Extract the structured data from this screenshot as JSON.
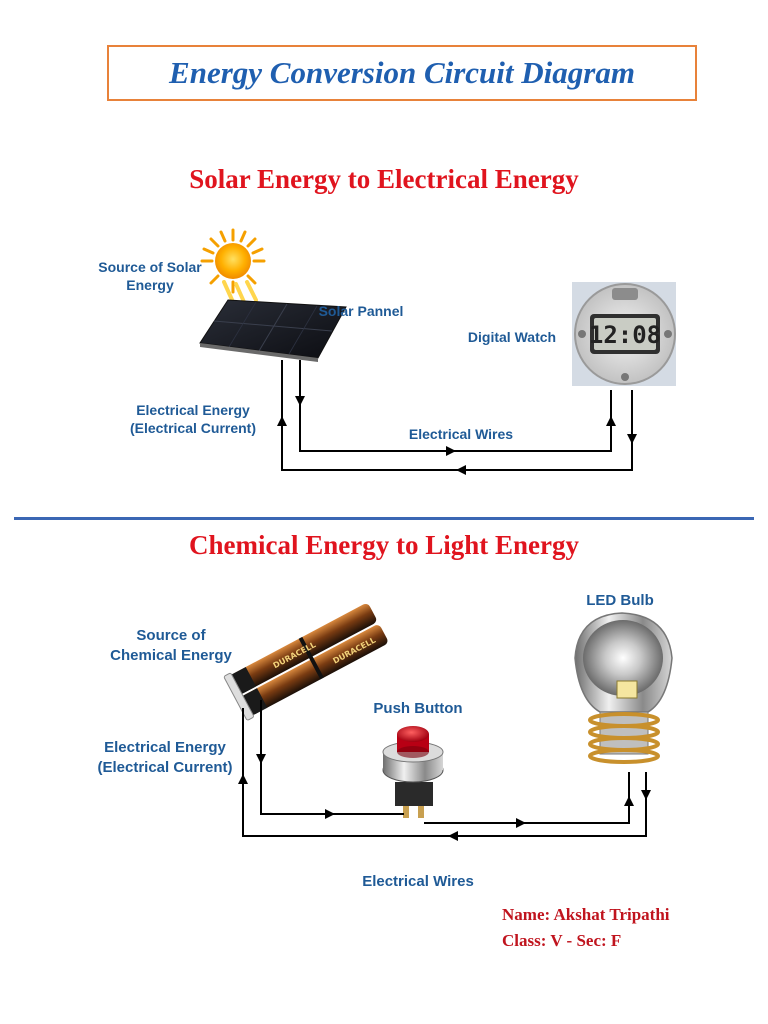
{
  "title": "Energy Conversion Circuit Diagram",
  "section1": {
    "heading": "Solar Energy to Electrical Energy",
    "source_label_line1": "Source of Solar",
    "source_label_line2": "Energy",
    "panel_label": "Solar Pannel",
    "watch_label": "Digital Watch",
    "watch_display": "12:08",
    "energy_label_line1": "Electrical Energy",
    "energy_label_line2": "(Electrical Current)",
    "wires_label": "Electrical Wires"
  },
  "section2": {
    "heading": "Chemical Energy to Light Energy",
    "source_label_line1": "Source of",
    "source_label_line2": "Chemical Energy",
    "battery_brand": "DURACELL",
    "button_label": "Push Button",
    "bulb_label": "LED Bulb",
    "energy_label_line1": "Electrical Energy",
    "energy_label_line2": "(Electrical Current)",
    "wires_label": "Electrical Wires"
  },
  "footer": {
    "name_line": "Name:  Akshat Tripathi",
    "class_line": "Class: V   - Sec: F"
  },
  "colors": {
    "title_blue": "#1f5fb0",
    "heading_red": "#e0141e",
    "label_blue": "#1f5a96",
    "frame_orange": "#e8823a",
    "divider_blue": "#3b67b4"
  }
}
